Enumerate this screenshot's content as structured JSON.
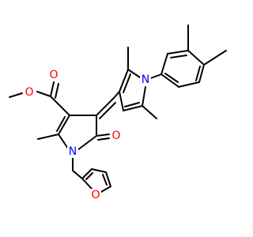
{
  "molecule": {
    "atom_labels": {
      "ester_o_double": "O",
      "ester_o_single": "O",
      "pyrrolinone_n": "N",
      "carbonyl_o": "O",
      "furan_o": "O",
      "pyrrole_n": "N"
    },
    "colors": {
      "oxygen": "#ff0000",
      "nitrogen": "#0000ff",
      "bond": "#000000",
      "background": "#ffffff"
    }
  }
}
